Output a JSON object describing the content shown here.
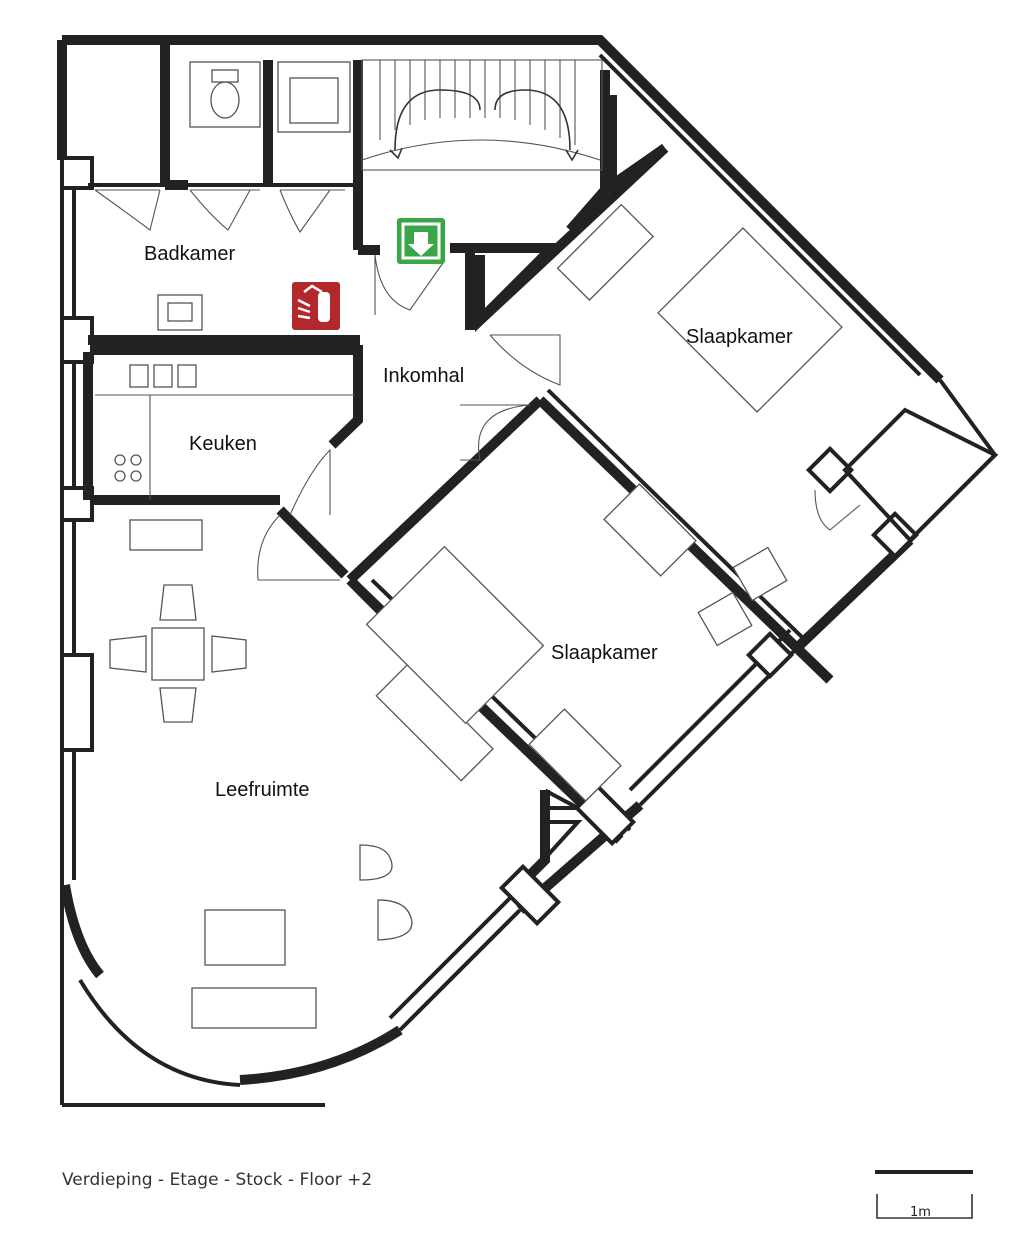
{
  "rooms": {
    "badkamer": "Badkamer",
    "inkomhal": "Inkomhal",
    "keuken": "Keuken",
    "slaapkamer_1": "Slaapkamer",
    "slaapkamer_2": "Slaapkamer",
    "leefruimte": "Leefruimte"
  },
  "caption": "Verdieping - Etage - Stock - Floor  +2",
  "scale": {
    "label": "1m"
  },
  "icons": {
    "emergency_exit": "emergency-exit-icon",
    "fire_extinguisher": "fire-extinguisher-icon"
  },
  "colors": {
    "exit_sign": "#3aa648",
    "extinguisher_sign": "#b3282d"
  }
}
